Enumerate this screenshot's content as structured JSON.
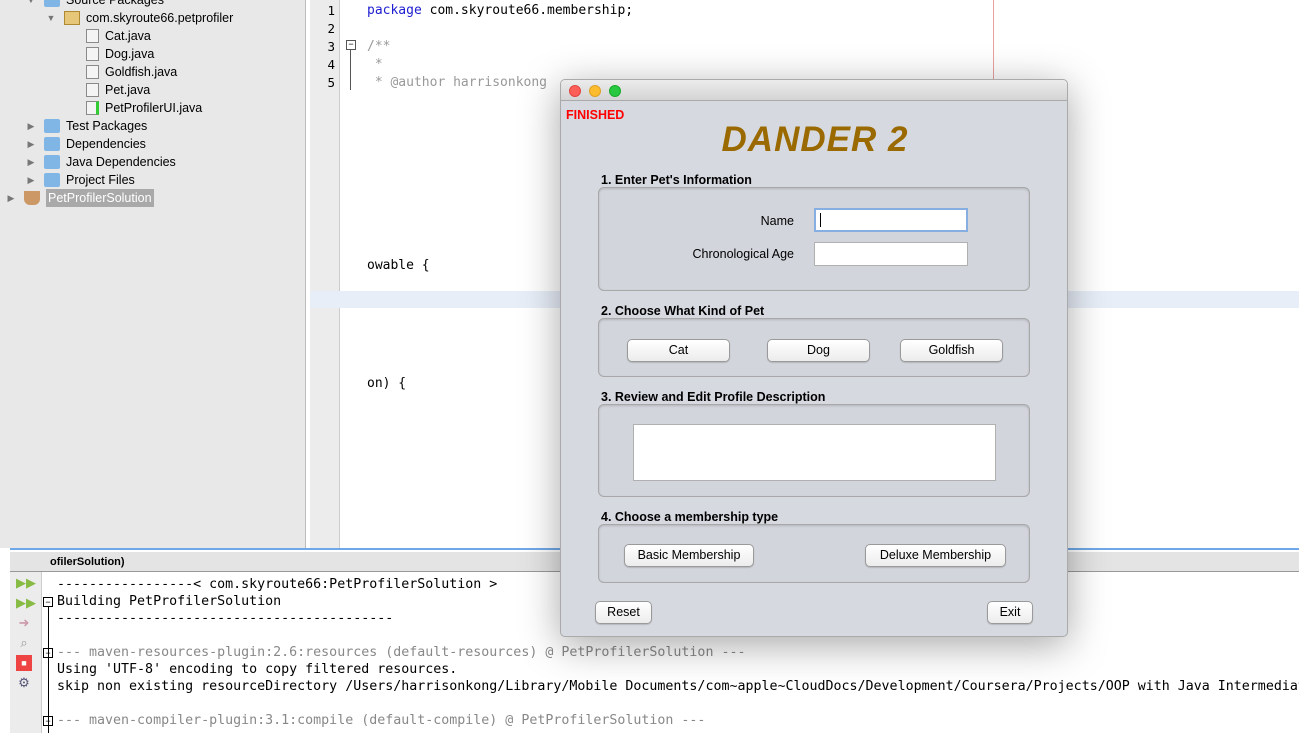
{
  "project_tree": [
    {
      "label": "Source Packages",
      "icon": "package-folder-icon",
      "expanded": true
    },
    {
      "label": "com.skyroute66.petprofiler",
      "icon": "package-icon",
      "expanded": true
    },
    {
      "label": "Cat.java",
      "icon": "java-class-icon"
    },
    {
      "label": "Dog.java",
      "icon": "java-class-icon"
    },
    {
      "label": "Goldfish.java",
      "icon": "java-class-icon"
    },
    {
      "label": "Pet.java",
      "icon": "java-abstract-class-icon"
    },
    {
      "label": "PetProfilerUI.java",
      "icon": "java-main-class-icon"
    },
    {
      "label": "Test Packages",
      "icon": "package-folder-icon"
    },
    {
      "label": "Dependencies",
      "icon": "dependencies-folder-icon"
    },
    {
      "label": "Java Dependencies",
      "icon": "dependencies-folder-icon"
    },
    {
      "label": "Project Files",
      "icon": "project-files-folder-icon"
    },
    {
      "label": "PetProfilerSolution",
      "icon": "maven-project-icon",
      "selected": true
    }
  ],
  "editor": {
    "line_numbers": [
      "1",
      "2",
      "3",
      "4",
      "5"
    ],
    "line1_keyword": "package",
    "line1_rest": " com.skyroute66.membership;",
    "line3": "/**",
    "line4": " *",
    "line5": " * @author harrisonkong",
    "fragment_a": "owable {",
    "fragment_b": "on) {"
  },
  "output": {
    "title": "ofilerSolution)",
    "lines": [
      "-----------------< com.skyroute66:PetProfilerSolution >",
      "Building PetProfilerSolution",
      "------------------------------------------",
      "--- maven-resources-plugin:2.6:resources (default-resources) @ PetProfilerSolution ---",
      "Using 'UTF-8' encoding to copy filtered resources.",
      "skip non existing resourceDirectory /Users/harrisonkong/Library/Mobile Documents/com~apple~CloudDocs/Development/Coursera/Projects/OOP with Java Intermediat",
      "--- maven-compiler-plugin:3.1:compile (default-compile) @ PetProfilerSolution ---"
    ]
  },
  "dialog": {
    "status": "FINISHED",
    "status_color": "#ff0000",
    "title": "DANDER 2",
    "title_color": "#9a6a00",
    "section1": "1. Enter Pet's Information",
    "name_label": "Name",
    "name_value": "",
    "age_label": "Chronological Age",
    "age_value": "",
    "section2": "2. Choose What Kind of Pet",
    "pet_buttons": [
      "Cat",
      "Dog",
      "Goldfish"
    ],
    "section3": "3. Review and Edit Profile Description",
    "description": "",
    "section4": "4. Choose a membership type",
    "basic": "Basic Membership",
    "deluxe": "Deluxe Membership",
    "reset": "Reset",
    "exit": "Exit"
  }
}
